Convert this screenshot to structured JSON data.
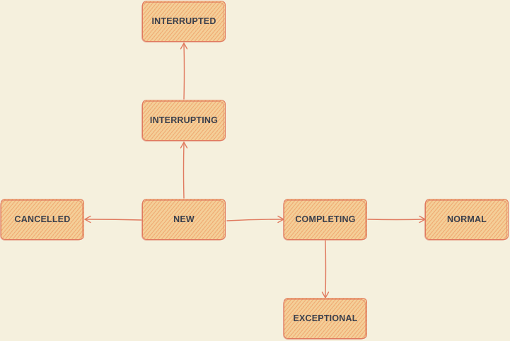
{
  "diagram": {
    "nodes": {
      "interrupted": "INTERRUPTED",
      "interrupting": "INTERRUPTING",
      "cancelled": "CANCELLED",
      "new": "NEW",
      "completing": "COMPLETING",
      "normal": "NORMAL",
      "exceptional": "EXCEPTIONAL"
    },
    "edges": [
      {
        "from": "NEW",
        "to": "INTERRUPTING"
      },
      {
        "from": "INTERRUPTING",
        "to": "INTERRUPTED"
      },
      {
        "from": "NEW",
        "to": "CANCELLED"
      },
      {
        "from": "NEW",
        "to": "COMPLETING"
      },
      {
        "from": "COMPLETING",
        "to": "NORMAL"
      },
      {
        "from": "COMPLETING",
        "to": "EXCEPTIONAL"
      }
    ]
  },
  "colors": {
    "background": "#f5f0dd",
    "node_fill": "#f4cf98",
    "stroke": "#e07a5f",
    "text": "#3a3f4c"
  }
}
